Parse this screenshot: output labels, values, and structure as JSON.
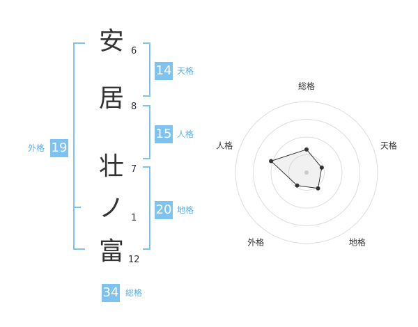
{
  "name_chars": [
    {
      "char": "安",
      "strokes": "6"
    },
    {
      "char": "居",
      "strokes": "8"
    },
    {
      "char": "壮",
      "strokes": "7"
    },
    {
      "char": "ノ",
      "strokes": "1"
    },
    {
      "char": "富",
      "strokes": "12"
    }
  ],
  "fortunes": {
    "tenkaku": {
      "value": "14",
      "label": "天格"
    },
    "jinkaku": {
      "value": "15",
      "label": "人格"
    },
    "chikaku": {
      "value": "20",
      "label": "地格"
    },
    "gaikaku": {
      "value": "19",
      "label": "外格"
    },
    "soukaku": {
      "value": "34",
      "label": "総格"
    }
  },
  "colors": {
    "accent": "#7ec3f0",
    "label": "#5ab1e8",
    "text": "#333333"
  },
  "chart_data": {
    "type": "radar",
    "axes": [
      "総格",
      "天格",
      "地格",
      "外格",
      "人格"
    ],
    "rings": 4,
    "max": 4,
    "values": [
      1.3,
      0.9,
      1.1,
      0.9,
      2.1
    ]
  }
}
